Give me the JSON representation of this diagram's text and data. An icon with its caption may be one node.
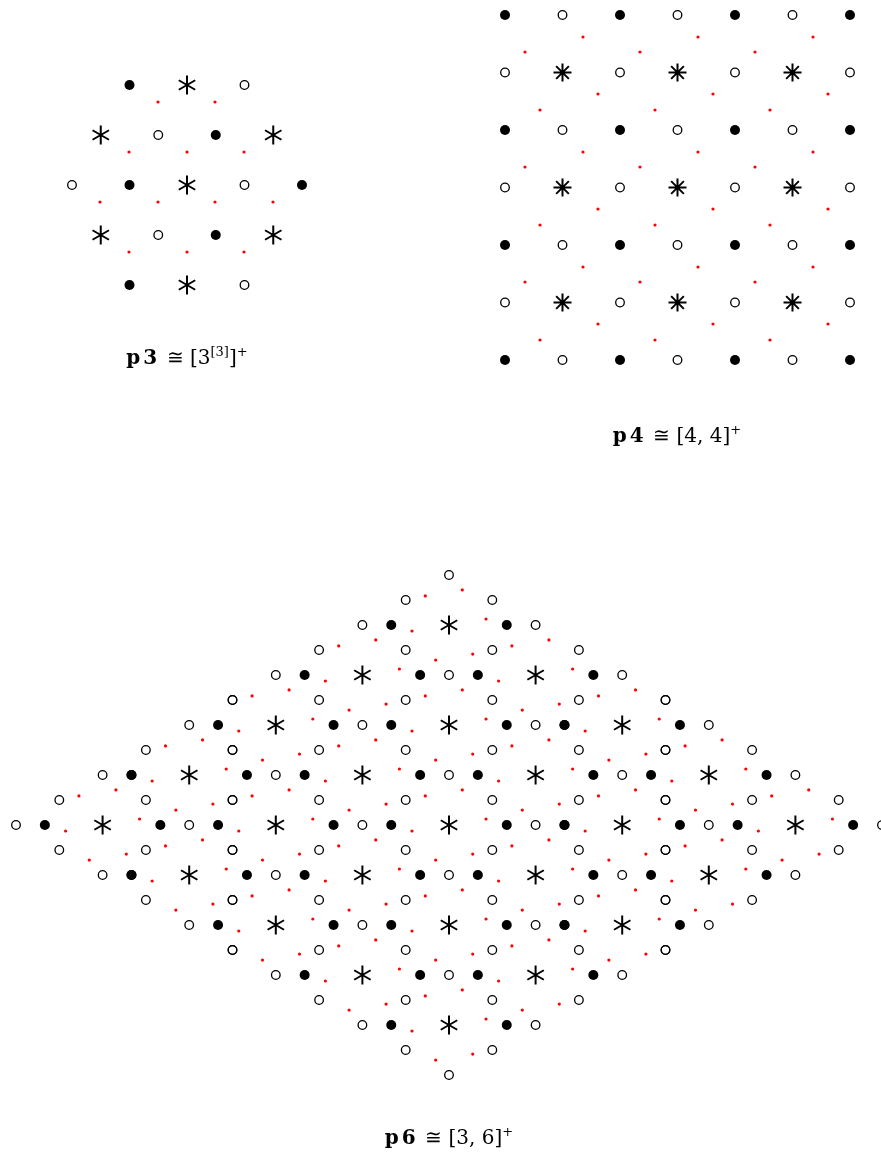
{
  "diagram": {
    "labels": [
      "**p3** ≅ [3$^{[3]}$]$^{+}$",
      "**p4** ≅ [4, 4]$^{+}$",
      "**p6** ≅ [3, 6]$^{+}$"
    ]
  }
}
